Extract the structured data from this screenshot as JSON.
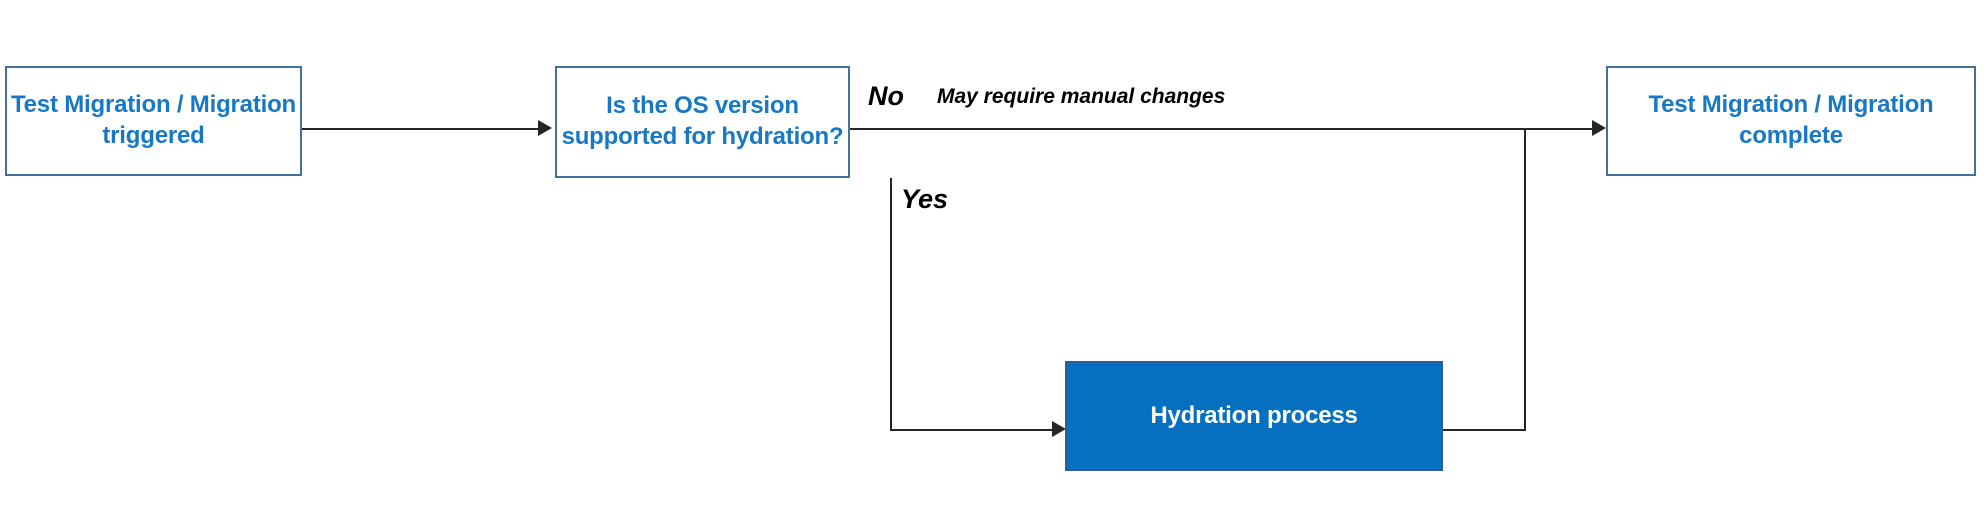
{
  "diagram": {
    "title_text": "",
    "colors": {
      "node_text_blue": "#1878C8",
      "node_border_blue": "#41719C",
      "node_fill_blue": "#0670C0",
      "node_filled_text": "#FFFFFF",
      "connector": "#262626",
      "label_text": "#000000",
      "background": "#FFFFFF"
    },
    "nodes": [
      {
        "id": "start",
        "label": "Test Migration / Migration triggered",
        "line1": "Test Migration / Migration",
        "line2": "triggered",
        "style": "outline"
      },
      {
        "id": "decision",
        "label": "Is the OS version supported for hydration?",
        "line1": "Is the OS version",
        "line2": "supported for hydration?",
        "style": "outline"
      },
      {
        "id": "hydration",
        "label": "Hydration process",
        "line1": "Hydration process",
        "line2": "",
        "style": "filled"
      },
      {
        "id": "end",
        "label": "Test Migration / Migration complete",
        "line1": "Test Migration / Migration",
        "line2": "complete",
        "style": "outline"
      }
    ],
    "edge_labels": {
      "no": "No",
      "yes": "Yes",
      "note": "May require manual changes"
    }
  }
}
